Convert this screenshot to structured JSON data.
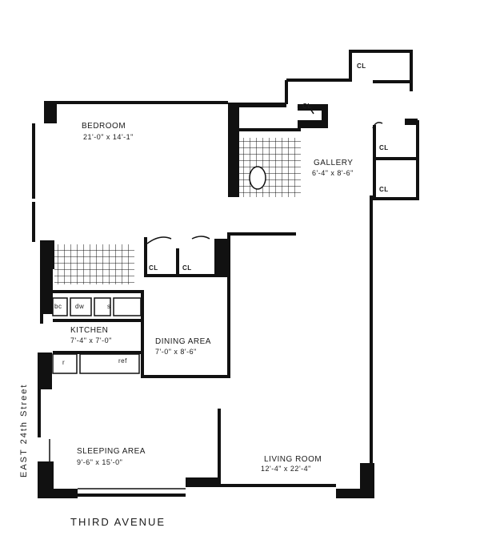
{
  "rooms": {
    "bedroom": {
      "name": "BEDROOM",
      "dims": "21'-0\" x 14'-1\""
    },
    "gallery": {
      "name": "GALLERY",
      "dims": "6'-4\" x 8'-6\""
    },
    "kitchen": {
      "name": "KITCHEN",
      "dims": "7'-4\" x 7'-0\""
    },
    "dining": {
      "name": "DINING AREA",
      "dims": "7'-0\" x 8'-6\""
    },
    "sleeping": {
      "name": "SLEEPING AREA",
      "dims": "9'-6\" x 15'-0\""
    },
    "living": {
      "name": "LIVING ROOM",
      "dims": "12'-4\" x 22'-4\""
    }
  },
  "closets": {
    "label": "CL"
  },
  "fixtures": {
    "bc": "bc",
    "dw": "dw",
    "s": "s",
    "r": "r",
    "ref": "ref"
  },
  "streets": {
    "bottom": "THIRD AVENUE",
    "side": "EAST 24th Street"
  }
}
